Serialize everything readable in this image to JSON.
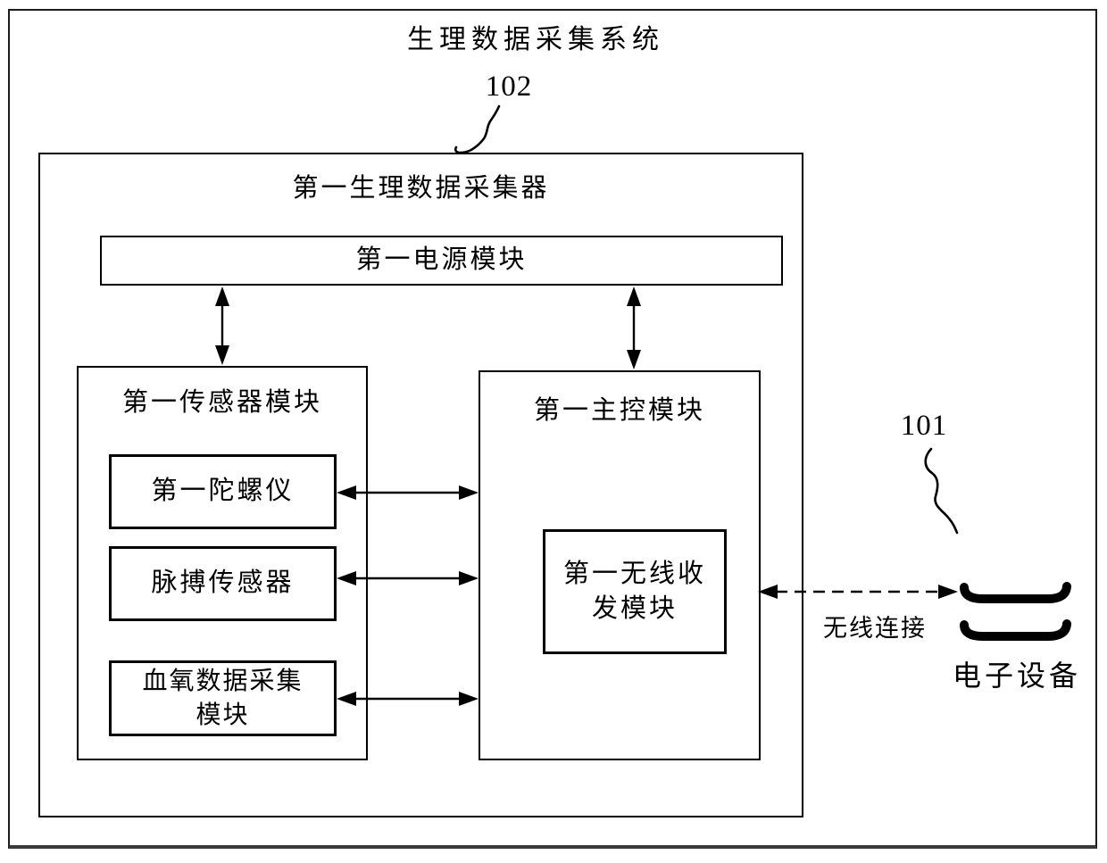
{
  "diagram": {
    "title": "生理数据采集系统",
    "collector": {
      "ref_label": "102",
      "title": "第一生理数据采集器",
      "power_module_label": "第一电源模块",
      "sensor_module": {
        "title": "第一传感器模块",
        "gyroscope_label": "第一陀螺仪",
        "pulse_sensor_label": "脉搏传感器",
        "blood_oxygen_label": "血氧数据采集\n模块"
      },
      "main_control": {
        "title": "第一主控模块",
        "wireless_label": "第一无线收\n发模块"
      }
    },
    "device": {
      "ref_label": "101",
      "connection_label": "无线连接",
      "name": "电子设备",
      "icon": "bracelet-icon"
    },
    "connections": {
      "power_to_sensor": "bidirectional-arrow",
      "power_to_main": "bidirectional-arrow",
      "gyro_to_main": "bidirectional-arrow",
      "pulse_to_main": "bidirectional-arrow",
      "blood_to_main": "bidirectional-arrow",
      "main_to_device": "dashed-bidirectional-arrow"
    },
    "colors": {
      "line": "#000000",
      "background": "#ffffff"
    }
  }
}
